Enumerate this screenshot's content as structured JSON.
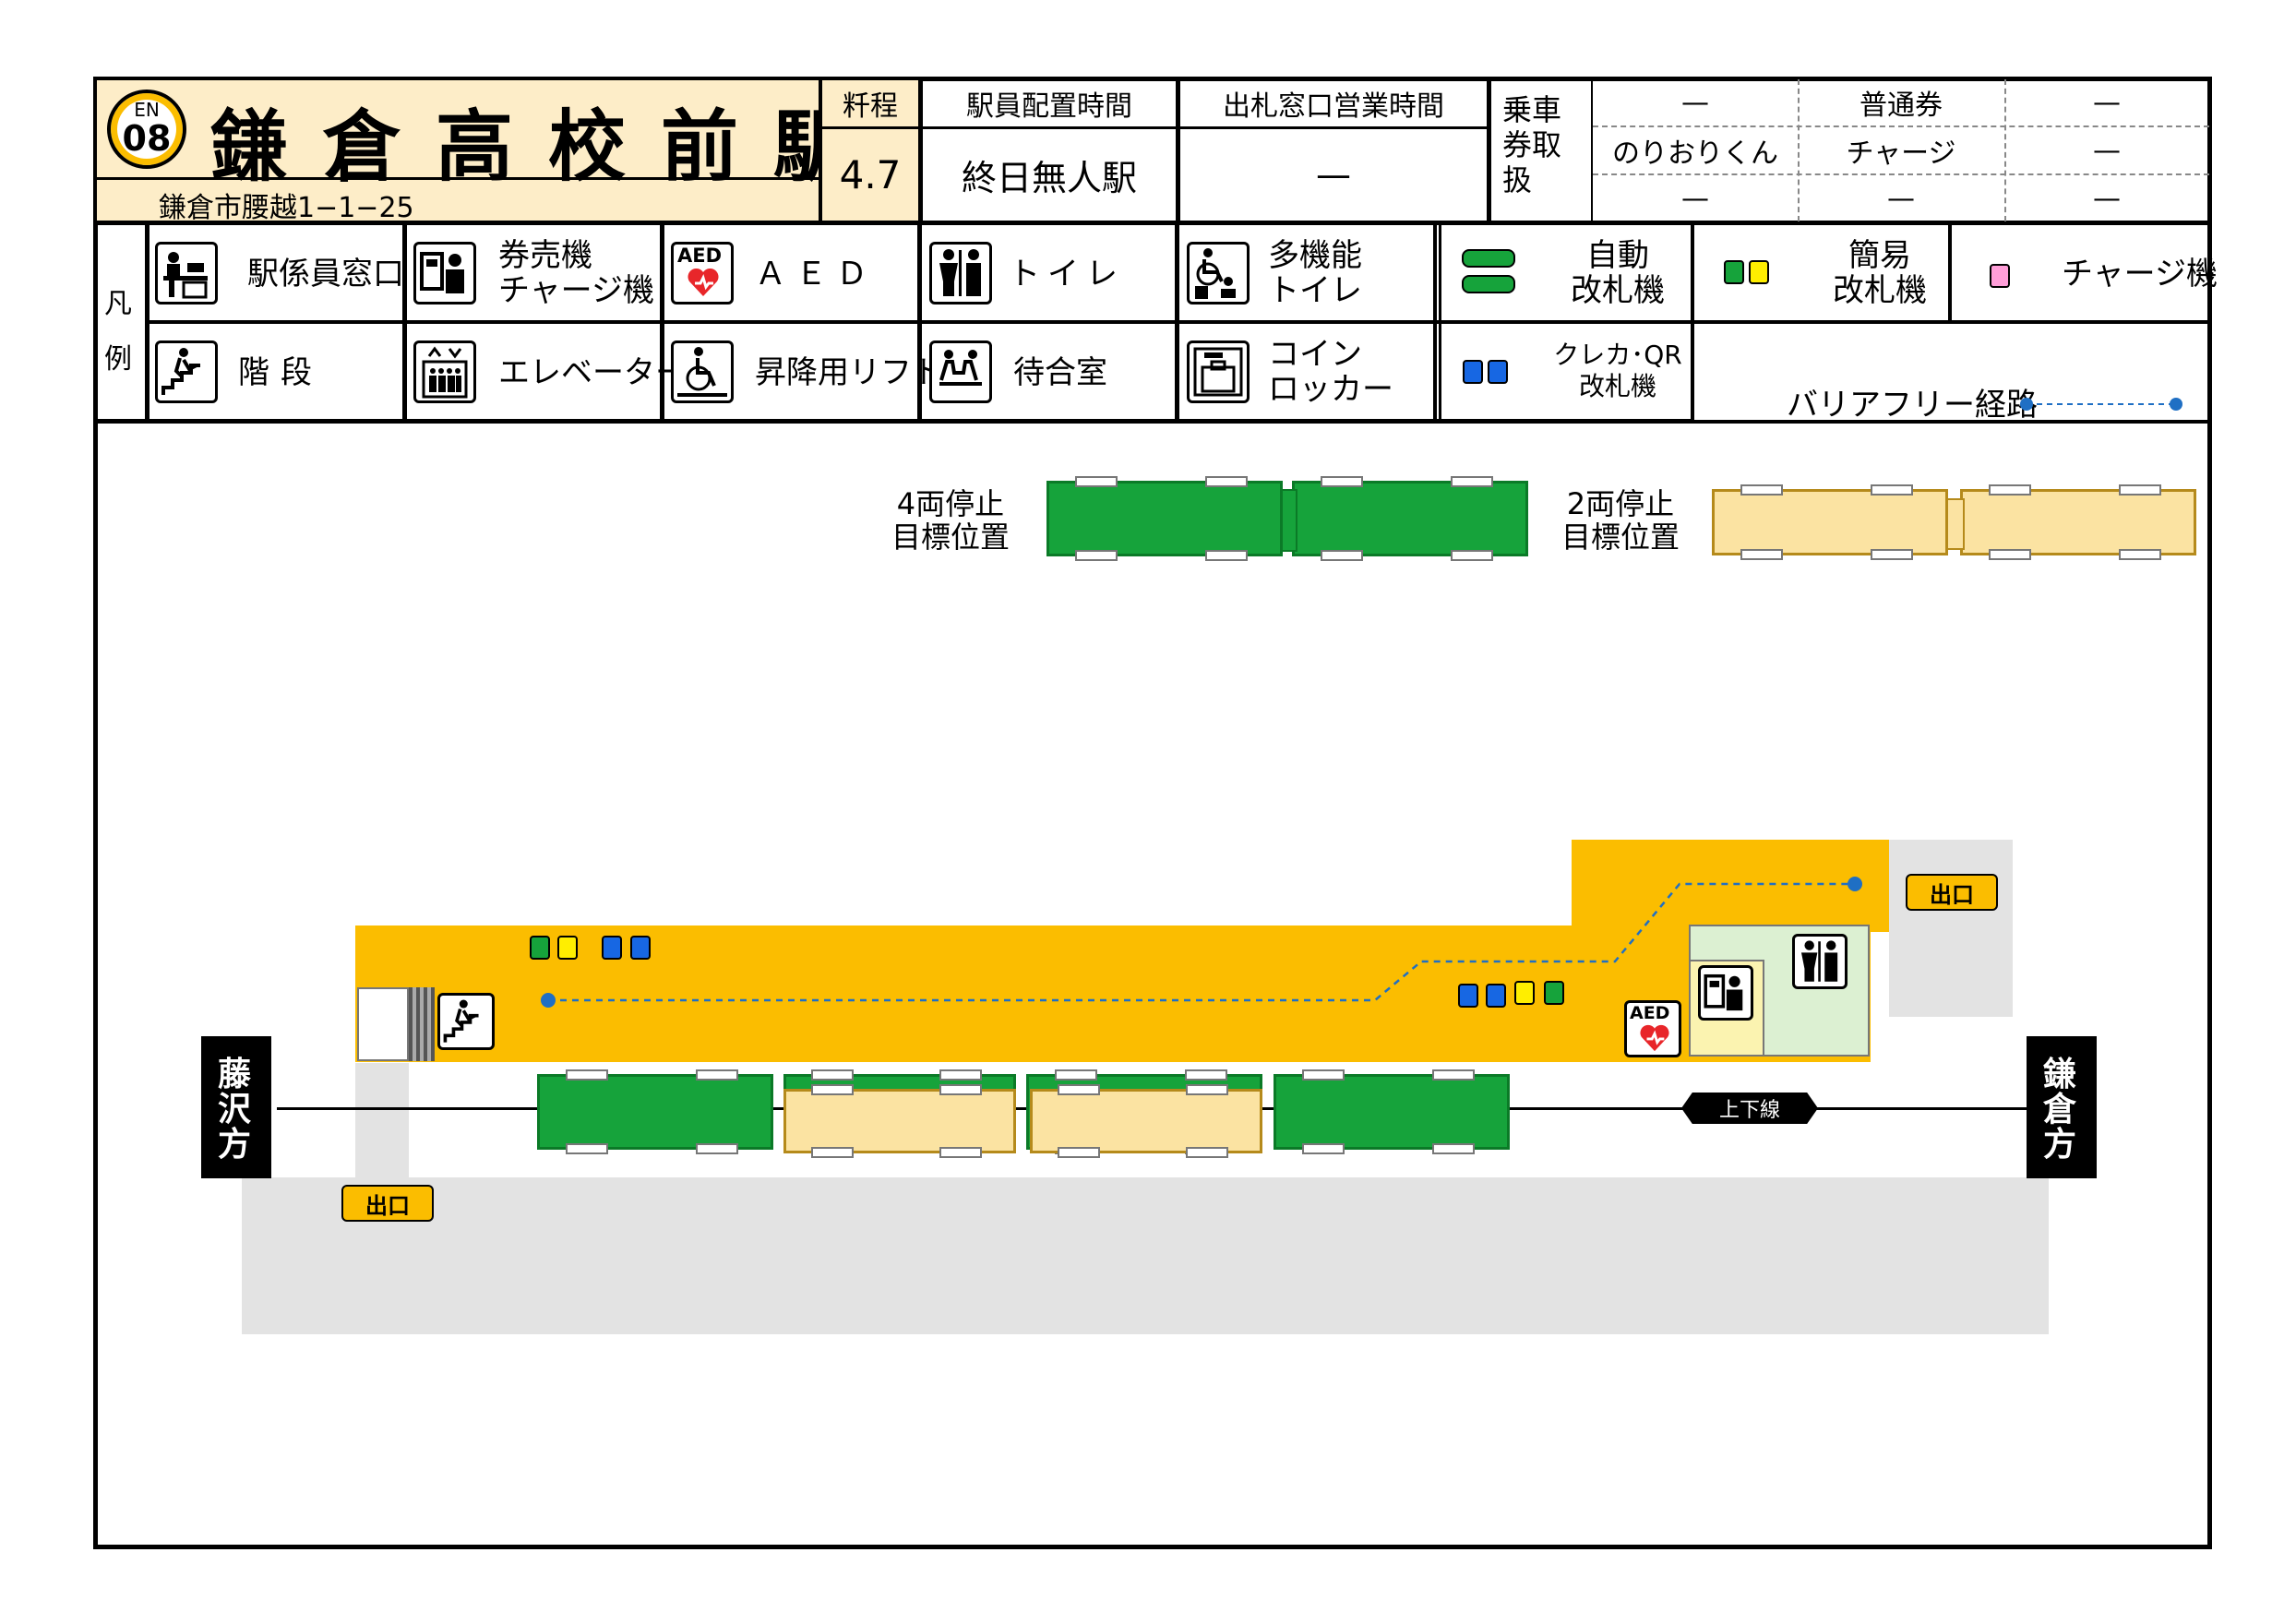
{
  "header": {
    "line_code": "EN",
    "station_number": "08",
    "station_name": "鎌倉高校前駅",
    "address": "鎌倉市腰越1−1−25",
    "fare_distance_label": "粁程",
    "fare_distance_value": "4.7",
    "staff_hours_label": "駅員配置時間",
    "staff_hours_value": "終日無人駅",
    "ticket_window_label": "出札窓口営業時間",
    "ticket_window_value": "—",
    "ticket_handling_label": "乗車券取扱",
    "ticket_grid": [
      [
        "—",
        "普通券",
        "—"
      ],
      [
        "のりおりくん",
        "チャージ",
        "—"
      ],
      [
        "—",
        "—",
        "—"
      ]
    ]
  },
  "legend": {
    "title": "凡例",
    "items": [
      {
        "icon": "staff-window-icon",
        "label": "駅係員窓口"
      },
      {
        "icon": "ticket-machine-icon",
        "label": "券売機\nチャージ機"
      },
      {
        "icon": "aed-icon",
        "label": "ＡＥＤ"
      },
      {
        "icon": "toilet-icon",
        "label": "トイレ"
      },
      {
        "icon": "multipurpose-toilet-icon",
        "label": "多機能\nトイレ"
      },
      {
        "icon": "stairs-icon",
        "label": "階段"
      },
      {
        "icon": "elevator-icon",
        "label": "エレベーター"
      },
      {
        "icon": "wheelchair-lift-icon",
        "label": "昇降用リフト"
      },
      {
        "icon": "waiting-room-icon",
        "label": "待合室"
      },
      {
        "icon": "coin-locker-icon",
        "label": "コイン\nロッカー"
      }
    ],
    "gates": {
      "automatic": "自動\n改札機",
      "simple": "簡易\n改札機",
      "charge": "チャージ機",
      "credit_qr": "クレカ･QR\n改札機"
    },
    "barrier_free": "バリアフリー経路",
    "aed_text": "AED"
  },
  "stop_positions": {
    "four_car": "4両停止\n目標位置",
    "two_car": "2両停止\n目標位置"
  },
  "map": {
    "left_direction": "藤沢方",
    "right_direction": "鎌倉方",
    "track_label": "上下線",
    "exit_label": "出口"
  },
  "colors": {
    "concourse": "#fbbd00",
    "green_car": "#16a33b",
    "cream_car": "#fbe3a2",
    "platform_gray": "#e3e3e3",
    "gate_green": "#16a33b",
    "gate_yellow": "#ffee00",
    "gate_blue": "#1767e3",
    "gate_pink": "#ff9ed8",
    "route_blue": "#1f6fc4"
  }
}
